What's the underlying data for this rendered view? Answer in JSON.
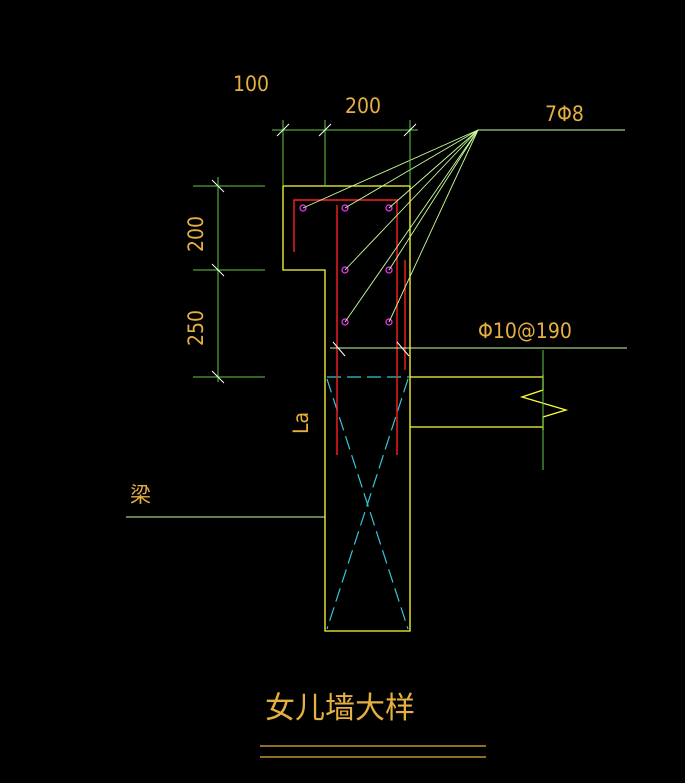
{
  "drawing": {
    "title": "女儿墙大样",
    "dims": {
      "top_offset": "100",
      "top_width": "200",
      "upper_height": "200",
      "lower_height": "250"
    },
    "labels": {
      "longitudinal_bars": "7Φ8",
      "stirrups": "Φ10@190",
      "anchorage": "La",
      "beam": "梁"
    }
  },
  "colors": {
    "background": "#000000",
    "outline": "#ffff33",
    "dimension": "#66cc44",
    "text": "#e6b040",
    "rebar": "#ff2020",
    "bar_section": "#ff33ff",
    "centerline": "#33c8d6"
  }
}
